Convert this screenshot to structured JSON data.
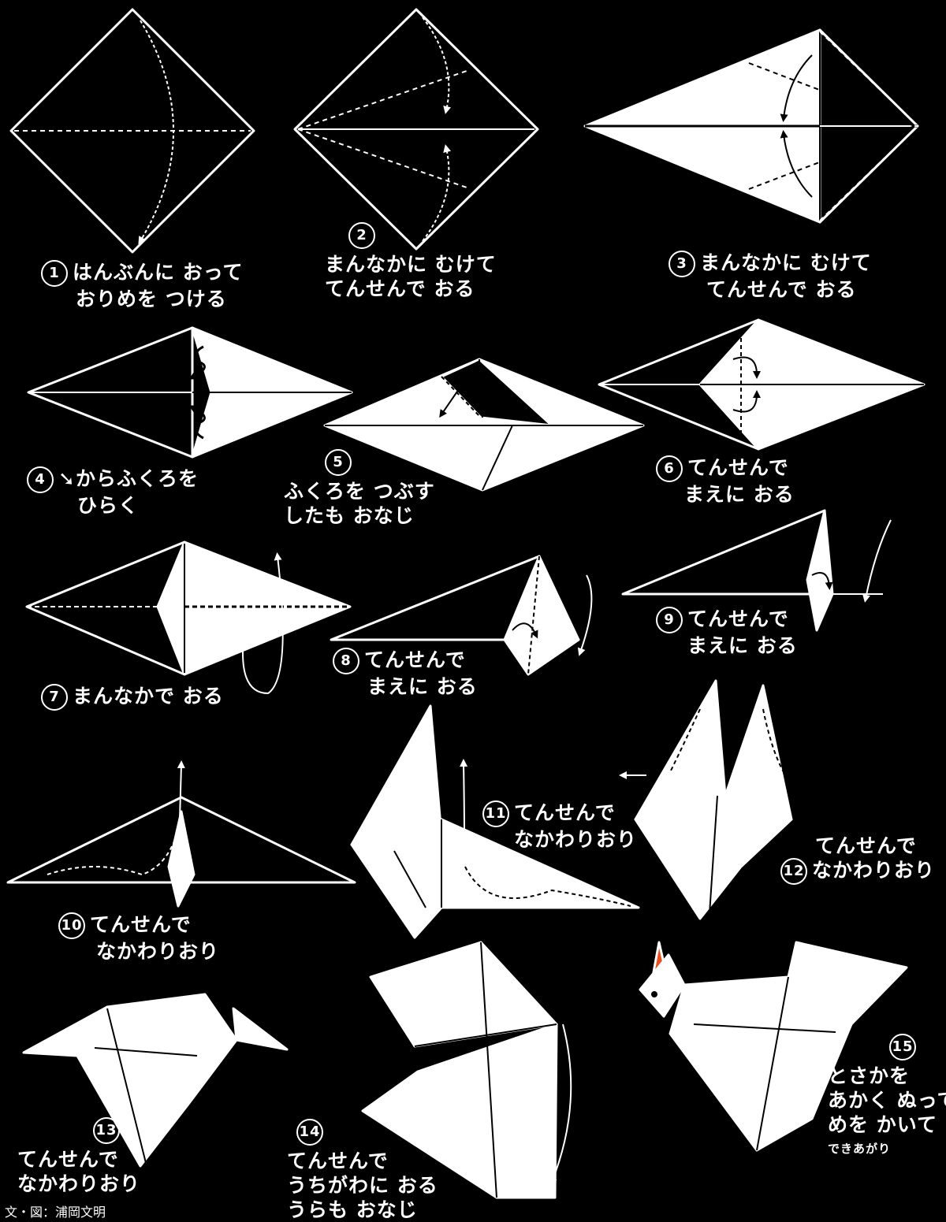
{
  "colors": {
    "background": "#000000",
    "paper": "#ffffff",
    "line": "#000000",
    "comb": "#e8501e"
  },
  "steps": [
    {
      "number": "1",
      "lines": [
        "はんぶんに おって",
        "おりめを つける"
      ]
    },
    {
      "number": "2",
      "lines": [
        "まんなかに むけて",
        "てんせんで おる"
      ]
    },
    {
      "number": "3",
      "lines": [
        "まんなかに むけて",
        "てんせんで おる"
      ]
    },
    {
      "number": "4",
      "lines": [
        "からふくろを",
        "ひらく"
      ]
    },
    {
      "number": "5",
      "lines": [
        "ふくろを つぶす",
        "したも おなじ"
      ]
    },
    {
      "number": "6",
      "lines": [
        "てんせんで",
        "まえに おる"
      ]
    },
    {
      "number": "7",
      "lines": [
        "まんなかで おる"
      ]
    },
    {
      "number": "8",
      "lines": [
        "てんせんで",
        "まえに おる"
      ]
    },
    {
      "number": "9",
      "lines": [
        "てんせんで",
        "まえに おる"
      ]
    },
    {
      "number": "10",
      "lines": [
        "てんせんで",
        "なかわりおり"
      ]
    },
    {
      "number": "11",
      "lines": [
        "てんせんで",
        "なかわりおり"
      ]
    },
    {
      "number": "12",
      "lines": [
        "てんせんで",
        "なかわりおり"
      ]
    },
    {
      "number": "13",
      "lines": [
        "てんせんで",
        "なかわりおり"
      ]
    },
    {
      "number": "14",
      "lines": [
        "てんせんで",
        "うちがわに おる",
        "うらも おなじ"
      ]
    },
    {
      "number": "15",
      "lines": [
        "とさかを",
        "あかく ぬって",
        "めを かいて",
        "できあがり"
      ]
    }
  ],
  "credit": "文・図：浦岡文明"
}
